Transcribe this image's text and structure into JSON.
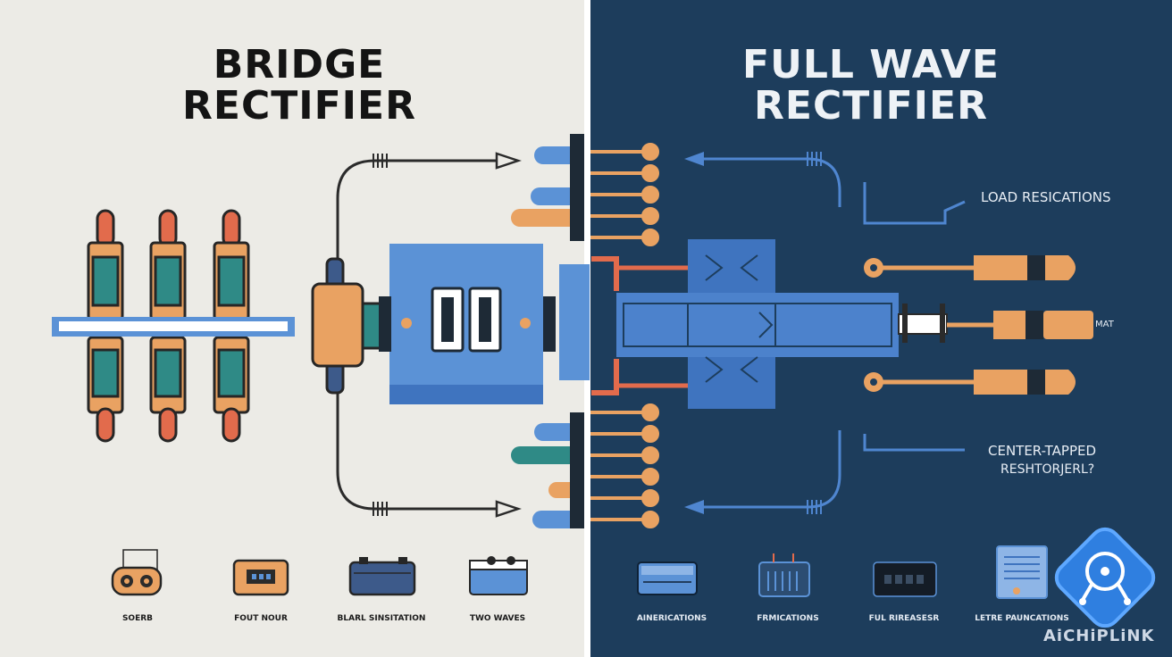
{
  "left": {
    "title_line1": "BRIDGE",
    "title_line2": "RECTIFIER",
    "captions": [
      "SOERB",
      "FOUT NOUR",
      "BLARL SINSITATION",
      "TWO WAVES"
    ]
  },
  "right": {
    "title_line1": "FULL WAVE",
    "title_line2": "RECTIFIER",
    "labels": {
      "load": "LOAD RESICATIONS",
      "mat": "MAT",
      "center_line1": "CENTER-TAPPED",
      "center_line2": "RESHTORJERL?"
    },
    "captions": [
      "AINERICATIONS",
      "FRMICATIONS",
      "FUL RIREASESR",
      "LETRE PAUNCATIONS"
    ]
  },
  "brand": "AiCHiPLiNK",
  "colors": {
    "left_bg": "#ecebe6",
    "right_bg": "#1d3d5c",
    "accent_blue": "#4f86d0",
    "accent_orange": "#e9a262",
    "accent_red": "#e26b4c",
    "accent_teal": "#2f8a86"
  }
}
